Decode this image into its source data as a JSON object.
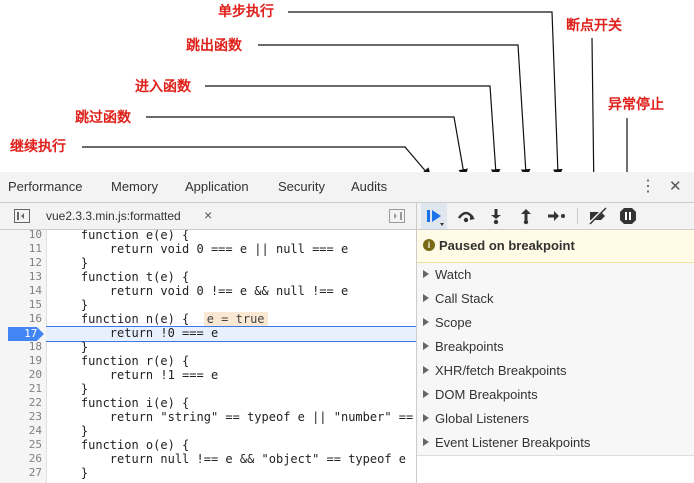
{
  "annotations": {
    "step": "单步执行",
    "step_out": "跳出函数",
    "step_into": "进入函数",
    "step_over": "跳过函数",
    "resume": "继续执行",
    "toggle_breakpoints": "断点开关",
    "pause_on_exceptions": "异常停止"
  },
  "tabs": [
    "Performance",
    "Memory",
    "Application",
    "Security",
    "Audits"
  ],
  "more_icon": "⋮",
  "close_icon": "✕",
  "file_tab": {
    "name": "vue2.3.3.min.js:formatted",
    "close": "×"
  },
  "toolbar_icons": [
    "resume-icon",
    "step-over-icon",
    "step-into-icon",
    "step-out-icon",
    "step-icon",
    "deactivate-breakpoints-icon",
    "pause-on-exceptions-icon"
  ],
  "code_lines": [
    {
      "n": "10",
      "text": "    function e(e) {"
    },
    {
      "n": "11",
      "text": "        return void 0 === e || null === e"
    },
    {
      "n": "12",
      "text": "    }"
    },
    {
      "n": "13",
      "text": "    function t(e) {"
    },
    {
      "n": "14",
      "text": "        return void 0 !== e && null !== e"
    },
    {
      "n": "15",
      "text": "    }"
    },
    {
      "n": "16",
      "text": "    function n(e) {  "
    },
    {
      "n": "17",
      "text": "        return !0 === e"
    },
    {
      "n": "18",
      "text": "    }"
    },
    {
      "n": "19",
      "text": "    function r(e) {"
    },
    {
      "n": "20",
      "text": "        return !1 === e"
    },
    {
      "n": "21",
      "text": "    }"
    },
    {
      "n": "22",
      "text": "    function i(e) {"
    },
    {
      "n": "23",
      "text": "        return \"string\" == typeof e || \"number\" =="
    },
    {
      "n": "24",
      "text": "    }"
    },
    {
      "n": "25",
      "text": "    function o(e) {"
    },
    {
      "n": "26",
      "text": "        return null !== e && \"object\" == typeof e"
    },
    {
      "n": "27",
      "text": "    }"
    }
  ],
  "inline_value": "e = true",
  "current_line": "17",
  "paused": {
    "text": "Paused on breakpoint",
    "icon": "i"
  },
  "sections": [
    "Watch",
    "Call Stack",
    "Scope",
    "Breakpoints",
    "XHR/fetch Breakpoints",
    "DOM Breakpoints",
    "Global Listeners",
    "Event Listener Breakpoints"
  ],
  "colors": {
    "annotation": "#e0201a",
    "accent": "#4285f4"
  }
}
